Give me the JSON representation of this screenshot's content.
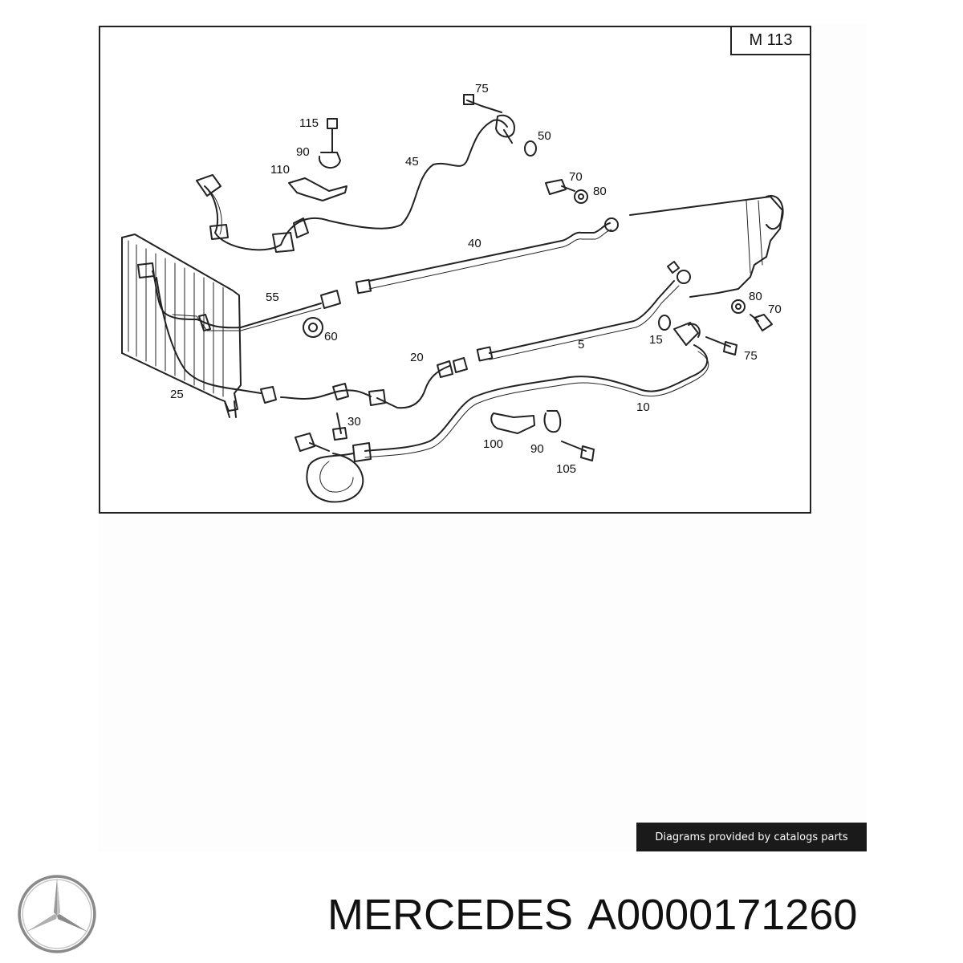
{
  "diagram": {
    "model_label": "M 113",
    "callouts": [
      {
        "id": "c75a",
        "text": "75"
      },
      {
        "id": "c115",
        "text": "115"
      },
      {
        "id": "c50",
        "text": "50"
      },
      {
        "id": "c90a",
        "text": "90"
      },
      {
        "id": "c45",
        "text": "45"
      },
      {
        "id": "c110",
        "text": "110"
      },
      {
        "id": "c70a",
        "text": "70"
      },
      {
        "id": "c80a",
        "text": "80"
      },
      {
        "id": "c40",
        "text": "40"
      },
      {
        "id": "c55",
        "text": "55"
      },
      {
        "id": "c60",
        "text": "60"
      },
      {
        "id": "c80b",
        "text": "80"
      },
      {
        "id": "c70b",
        "text": "70"
      },
      {
        "id": "c15",
        "text": "15"
      },
      {
        "id": "c75b",
        "text": "75"
      },
      {
        "id": "c5",
        "text": "5"
      },
      {
        "id": "c20",
        "text": "20"
      },
      {
        "id": "c25",
        "text": "25"
      },
      {
        "id": "c10",
        "text": "10"
      },
      {
        "id": "c30",
        "text": "30"
      },
      {
        "id": "c100",
        "text": "100"
      },
      {
        "id": "c90b",
        "text": "90"
      },
      {
        "id": "c105",
        "text": "105"
      }
    ]
  },
  "credit": "Diagrams provided by catalogs parts",
  "brand": "MERCEDES",
  "part_number": "A0000171260",
  "logo": "mercedes-star-icon"
}
